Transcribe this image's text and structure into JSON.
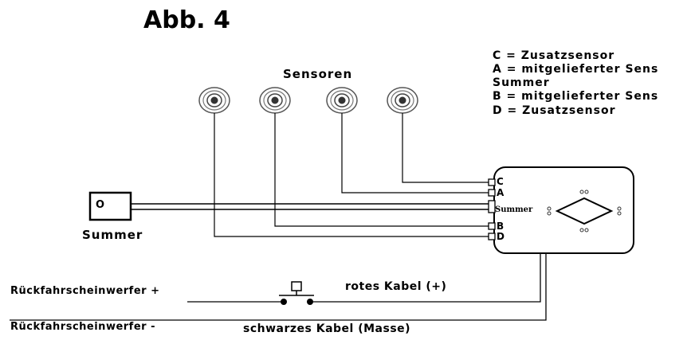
{
  "title": "Abb. 4",
  "sensors_label": "Sensoren",
  "legend": {
    "c": "C = Zusatzsensor",
    "a": "A = mitgelieferter Sens",
    "summer": "Summer",
    "b": "B = mitgelieferter Sens",
    "d": "D = Zusatzsensor"
  },
  "ports": {
    "c": "C",
    "a": "A",
    "summer": "Summer",
    "b": "B",
    "d": "D"
  },
  "buzzer_label": "Summer",
  "buzzer_symbol": "O",
  "wires": {
    "reverse_plus": "Rückfahrscheinwerfer +",
    "reverse_minus": "Rückfahrscheinwerfer -",
    "red_cable": "rotes Kabel (+)",
    "black_cable": "schwarzes Kabel (Masse)"
  }
}
